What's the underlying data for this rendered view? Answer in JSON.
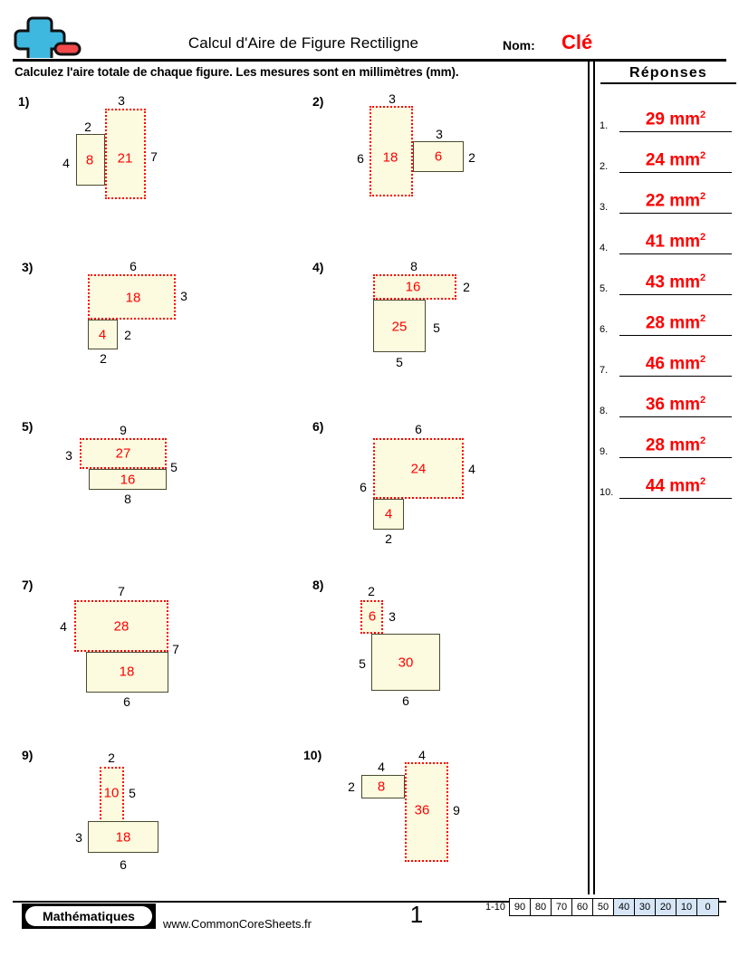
{
  "header": {
    "logo_icon": "plus-minus-icon",
    "title": "Calcul d'Aire de Figure Rectiligne",
    "name_label": "Nom:",
    "name_value": "Clé",
    "instructions": "Calculez l'aire totale de chaque figure. Les mesures sont en millimètres (mm)."
  },
  "answers": {
    "title": "Réponses",
    "unit": "mm",
    "exponent": "2",
    "items": [
      {
        "number": "1.",
        "value": "29 mm",
        "exp": "2"
      },
      {
        "number": "2.",
        "value": "24 mm",
        "exp": "2"
      },
      {
        "number": "3.",
        "value": "22 mm",
        "exp": "2"
      },
      {
        "number": "4.",
        "value": "41 mm",
        "exp": "2"
      },
      {
        "number": "5.",
        "value": "43 mm",
        "exp": "2"
      },
      {
        "number": "6.",
        "value": "28 mm",
        "exp": "2"
      },
      {
        "number": "7.",
        "value": "46 mm",
        "exp": "2"
      },
      {
        "number": "8.",
        "value": "36 mm",
        "exp": "2"
      },
      {
        "number": "9.",
        "value": "28 mm",
        "exp": "2"
      },
      {
        "number": "10.",
        "value": "44 mm",
        "exp": "2"
      }
    ]
  },
  "problems": [
    {
      "label": "1)",
      "areas": [
        "8",
        "21"
      ],
      "dims": [
        "3",
        "2",
        "4",
        "7"
      ],
      "total": "29"
    },
    {
      "label": "2)",
      "areas": [
        "18",
        "6"
      ],
      "dims": [
        "3",
        "3",
        "6",
        "2"
      ],
      "total": "24"
    },
    {
      "label": "3)",
      "areas": [
        "18",
        "4"
      ],
      "dims": [
        "6",
        "3",
        "2",
        "2"
      ],
      "total": "22"
    },
    {
      "label": "4)",
      "areas": [
        "16",
        "25"
      ],
      "dims": [
        "8",
        "2",
        "5",
        "5"
      ],
      "total": "41"
    },
    {
      "label": "5)",
      "areas": [
        "27",
        "16"
      ],
      "dims": [
        "9",
        "3",
        "5",
        "8"
      ],
      "total": "43"
    },
    {
      "label": "6)",
      "areas": [
        "24",
        "4"
      ],
      "dims": [
        "6",
        "4",
        "6",
        "2"
      ],
      "total": "28"
    },
    {
      "label": "7)",
      "areas": [
        "28",
        "18"
      ],
      "dims": [
        "7",
        "4",
        "7",
        "6"
      ],
      "total": "46"
    },
    {
      "label": "8)",
      "areas": [
        "6",
        "30"
      ],
      "dims": [
        "2",
        "3",
        "5",
        "6"
      ],
      "total": "36"
    },
    {
      "label": "9)",
      "areas": [
        "10",
        "18"
      ],
      "dims": [
        "2",
        "5",
        "3",
        "6"
      ],
      "total": "28"
    },
    {
      "label": "10)",
      "areas": [
        "8",
        "36"
      ],
      "dims": [
        "4",
        "4",
        "2",
        "9"
      ],
      "total": "44"
    }
  ],
  "footer": {
    "brand": "Mathématiques",
    "url": "www.CommonCoreSheets.fr",
    "page_number": "1",
    "scale_range": "1-10",
    "scale_values": [
      "90",
      "80",
      "70",
      "60",
      "50",
      "40",
      "30",
      "20",
      "10",
      "0"
    ],
    "scale_highlighted": [
      "40",
      "30",
      "20",
      "10",
      "0"
    ],
    "highlight_color": "#d6e6f7"
  }
}
